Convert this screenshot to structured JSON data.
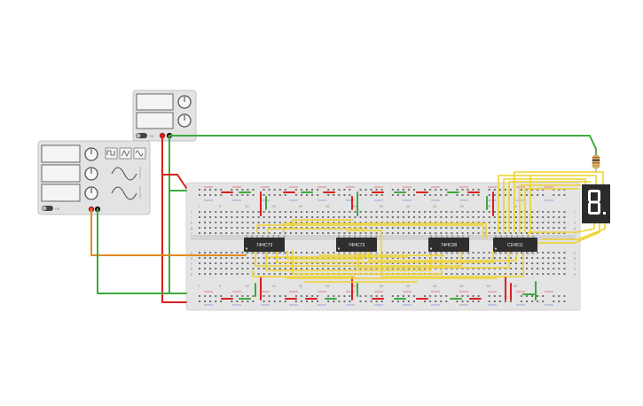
{
  "canvas": {
    "background": "#ffffff",
    "wire_colors": {
      "green": "#3cab3c",
      "red": "#d9201c",
      "orange": "#e58a1f",
      "yellow": "#eed22b"
    }
  },
  "power_supply": {
    "knob_icons": [
      "dial-knob-icon",
      "dial-knob-icon"
    ],
    "toggle_label": "Off"
  },
  "function_generator": {
    "knob_icons": [
      "dial-knob-icon",
      "dial-knob-icon",
      "dial-knob-icon"
    ],
    "wave_icons": [
      "square-wave-icon",
      "triangle-wave-icon",
      "sine-wave-icon"
    ],
    "toggle_label": "Off"
  },
  "breadboard": {
    "column_numbers": [
      "1",
      "5",
      "10",
      "15",
      "20",
      "25",
      "30",
      "35",
      "40",
      "45",
      "50",
      "55",
      "60"
    ],
    "row_letters_top": [
      "j",
      "i",
      "h",
      "g",
      "f"
    ],
    "row_letters_bottom": [
      "e",
      "d",
      "c",
      "b",
      "a"
    ]
  },
  "chips": [
    {
      "label": "74HC73"
    },
    {
      "label": "74HC73"
    },
    {
      "label": "74HC08"
    },
    {
      "label": "CD4511"
    }
  ],
  "display": {
    "digit": "8.",
    "segment_color": "#ffffff",
    "body_color": "#2b2b2b"
  },
  "resistor": {
    "band_colors": [
      "#b2651e",
      "#1a1a1a",
      "#b2651e",
      "#c9a227"
    ]
  }
}
